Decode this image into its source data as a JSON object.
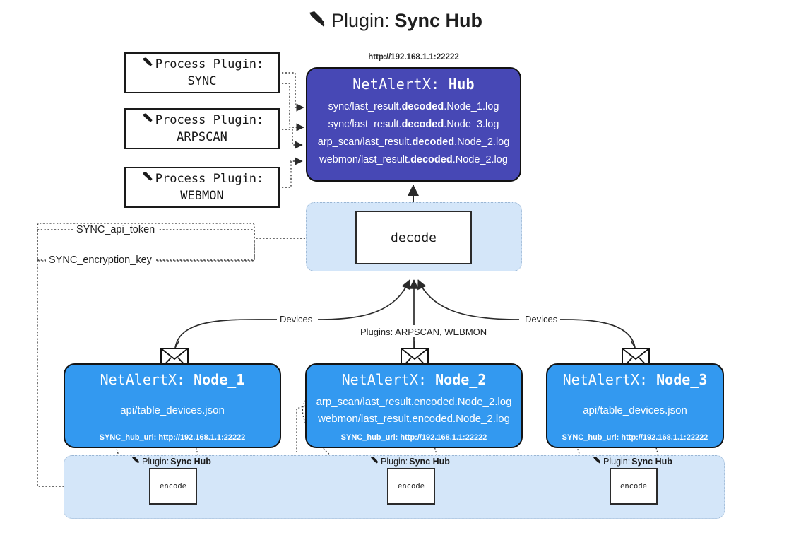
{
  "title": {
    "icon": "plug-icon",
    "prefix": "Plugin:",
    "name": "Sync Hub"
  },
  "process_plugins": [
    {
      "icon": "plug-icon",
      "line1": "Process Plugin:",
      "line2": "SYNC"
    },
    {
      "icon": "plug-icon",
      "line1": "Process Plugin:",
      "line2": "ARPSCAN"
    },
    {
      "icon": "plug-icon",
      "line1": "Process Plugin:",
      "line2": "WEBMON"
    }
  ],
  "hub": {
    "url": "http://192.168.1.1:22222",
    "title_prefix": "NetAlertX:",
    "title_name": "Hub",
    "lines": [
      {
        "pre": "sync/last_result.",
        "em": "decoded",
        "post": ".Node_1.log"
      },
      {
        "pre": "sync/last_result.",
        "em": "decoded",
        "post": ".Node_3.log"
      },
      {
        "pre": "arp_scan/last_result.",
        "em": "decoded",
        "post": ".Node_2.log"
      },
      {
        "pre": "webmon/last_result.",
        "em": "decoded",
        "post": ".Node_2.log"
      }
    ]
  },
  "decode": {
    "label": "decode"
  },
  "settings": {
    "api_token": "SYNC_api_token",
    "encryption_key": "SYNC_encryption_key"
  },
  "edges": {
    "devices_left": "Devices",
    "devices_right": "Devices",
    "plugins_center": "Plugins: ARPSCAN, WEBMON"
  },
  "nodes": [
    {
      "title_prefix": "NetAlertX:",
      "title_name": "Node_1",
      "lines": [
        "api/table_devices.json"
      ],
      "hub_url": "SYNC_hub_url: http://192.168.1.1:22222"
    },
    {
      "title_prefix": "NetAlertX:",
      "title_name": "Node_2",
      "lines": [
        "arp_scan/last_result.encoded.Node_2.log",
        "webmon/last_result.encoded.Node_2.log"
      ],
      "hub_url": "SYNC_hub_url: http://192.168.1.1:22222"
    },
    {
      "title_prefix": "NetAlertX:",
      "title_name": "Node_3",
      "lines": [
        "api/table_devices.json"
      ],
      "hub_url": "SYNC_hub_url: http://192.168.1.1:22222"
    }
  ],
  "encoders": [
    {
      "plugin_label_prefix": "Plugin:",
      "plugin_label_name": "Sync Hub",
      "box_label": "encode"
    },
    {
      "plugin_label_prefix": "Plugin:",
      "plugin_label_name": "Sync Hub",
      "box_label": "encode"
    },
    {
      "plugin_label_prefix": "Plugin:",
      "plugin_label_name": "Sync Hub",
      "box_label": "encode"
    }
  ],
  "colors": {
    "hub_fill": "#4748b5",
    "node_fill": "#3399f0",
    "container_fill": "#d4e6f9",
    "stroke": "#141414"
  }
}
